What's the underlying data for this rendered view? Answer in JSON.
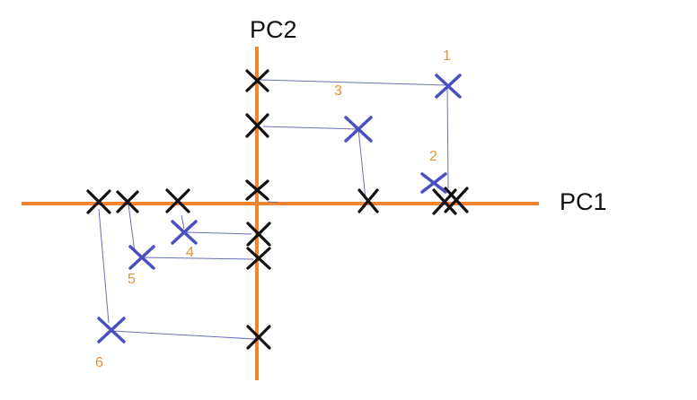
{
  "axes": {
    "x_label": "PC1",
    "y_label": "PC2"
  },
  "point_labels": [
    "1",
    "2",
    "3",
    "4",
    "5",
    "6"
  ],
  "colors": {
    "axis": "#f28432",
    "original_point": "#4a4fc0",
    "projection": "#111111",
    "connector": "#6a6fb8",
    "number_label": "#e8903a"
  }
}
